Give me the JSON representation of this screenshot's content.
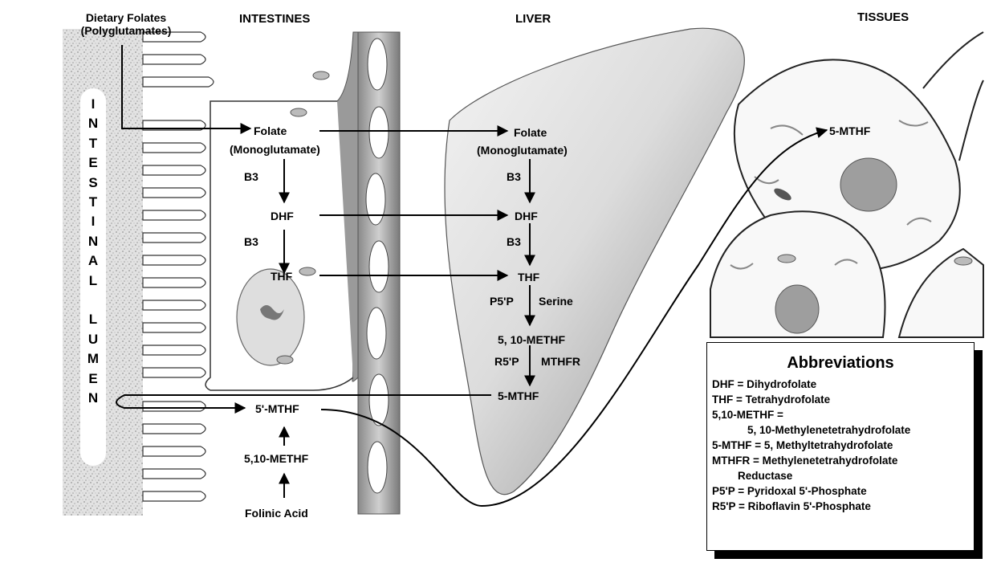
{
  "headers": {
    "dietary": "Dietary Folates",
    "dietary_sub": "(Polyglutamates)",
    "intestines": "INTESTINES",
    "liver": "LIVER",
    "tissues": "TISSUES"
  },
  "lumen_letters": [
    "I",
    "N",
    "T",
    "E",
    "S",
    "T",
    "I",
    "N",
    "A",
    "L",
    "",
    "L",
    "U",
    "M",
    "E",
    "N"
  ],
  "intestine": {
    "folate": "Folate",
    "monoglutamate": "(Monoglutamate)",
    "b3_first": "B3",
    "dhf": "DHF",
    "b3_second": "B3",
    "thf": "THF",
    "mthf": "5'-MTHF",
    "methf": "5,10-METHF",
    "folinic": "Folinic Acid"
  },
  "liver": {
    "folate": "Folate",
    "monoglutamate": "(Monoglutamate)",
    "b3_first": "B3",
    "dhf": "DHF",
    "b3_second": "B3",
    "thf": "THF",
    "p5p": "P5'P",
    "serine": "Serine",
    "methf": "5, 10-METHF",
    "r5p": "R5'P",
    "mthfr": "MTHFR",
    "mthf": "5-MTHF"
  },
  "tissues": {
    "mthf": "5-MTHF"
  },
  "abbreviations": {
    "title": "Abbreviations",
    "lines": [
      "DHF = Dihydrofolate",
      "THF = Tetrahydrofolate",
      "5,10-METHF =",
      "5, 10-Methylenetetrahydrofolate",
      "5-MTHF =  5, Methyltetrahydrofolate",
      "MTHFR = Methylenetetrahydrofolate",
      "Reductase",
      "P5'P = Pyridoxal 5'-Phosphate",
      "R5'P = Riboflavin 5'-Phosphate"
    ]
  }
}
